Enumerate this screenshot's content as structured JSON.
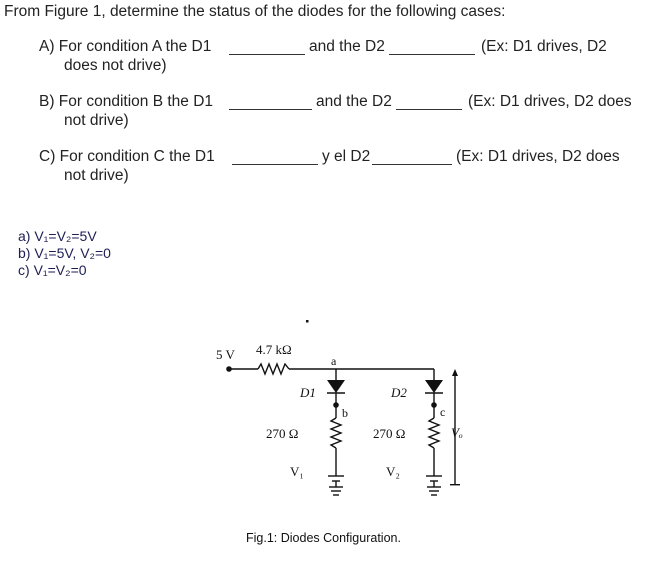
{
  "question": {
    "intro": "From Figure 1, determine the status of the diodes for the following cases:",
    "items": [
      {
        "prefix": "A) For condition A the D1",
        "middle": "and the D2",
        "example": "(Ex: D1 drives, D2",
        "cont": "does not drive)"
      },
      {
        "prefix": "B) For condition B the D1",
        "middle": "and the D2",
        "example": "(Ex: D1 drives, D2 does",
        "cont": "not drive)"
      },
      {
        "prefix": "C) For condition C the D1",
        "middle": "y el D2",
        "example": "(Ex: D1 drives, D2 does",
        "cont": "not drive)"
      }
    ]
  },
  "conditions": [
    {
      "letter": "a)",
      "text": "V₁=V₂=5V"
    },
    {
      "letter": "b)",
      "text": "V₁=5V, V₂=0"
    },
    {
      "letter": "c)",
      "text": "V₁=V₂=0"
    }
  ],
  "circuit": {
    "source": "5 V",
    "resistor_main": "4.7 kΩ",
    "node_a": "a",
    "node_b": "b",
    "node_c": "c",
    "diode1": "D1",
    "diode2": "D2",
    "r1": "270 Ω",
    "r2": "270 Ω",
    "v1": "V₁",
    "v2": "V₂",
    "vo": "Vₒ"
  },
  "caption": "Fig.1: Diodes Configuration."
}
